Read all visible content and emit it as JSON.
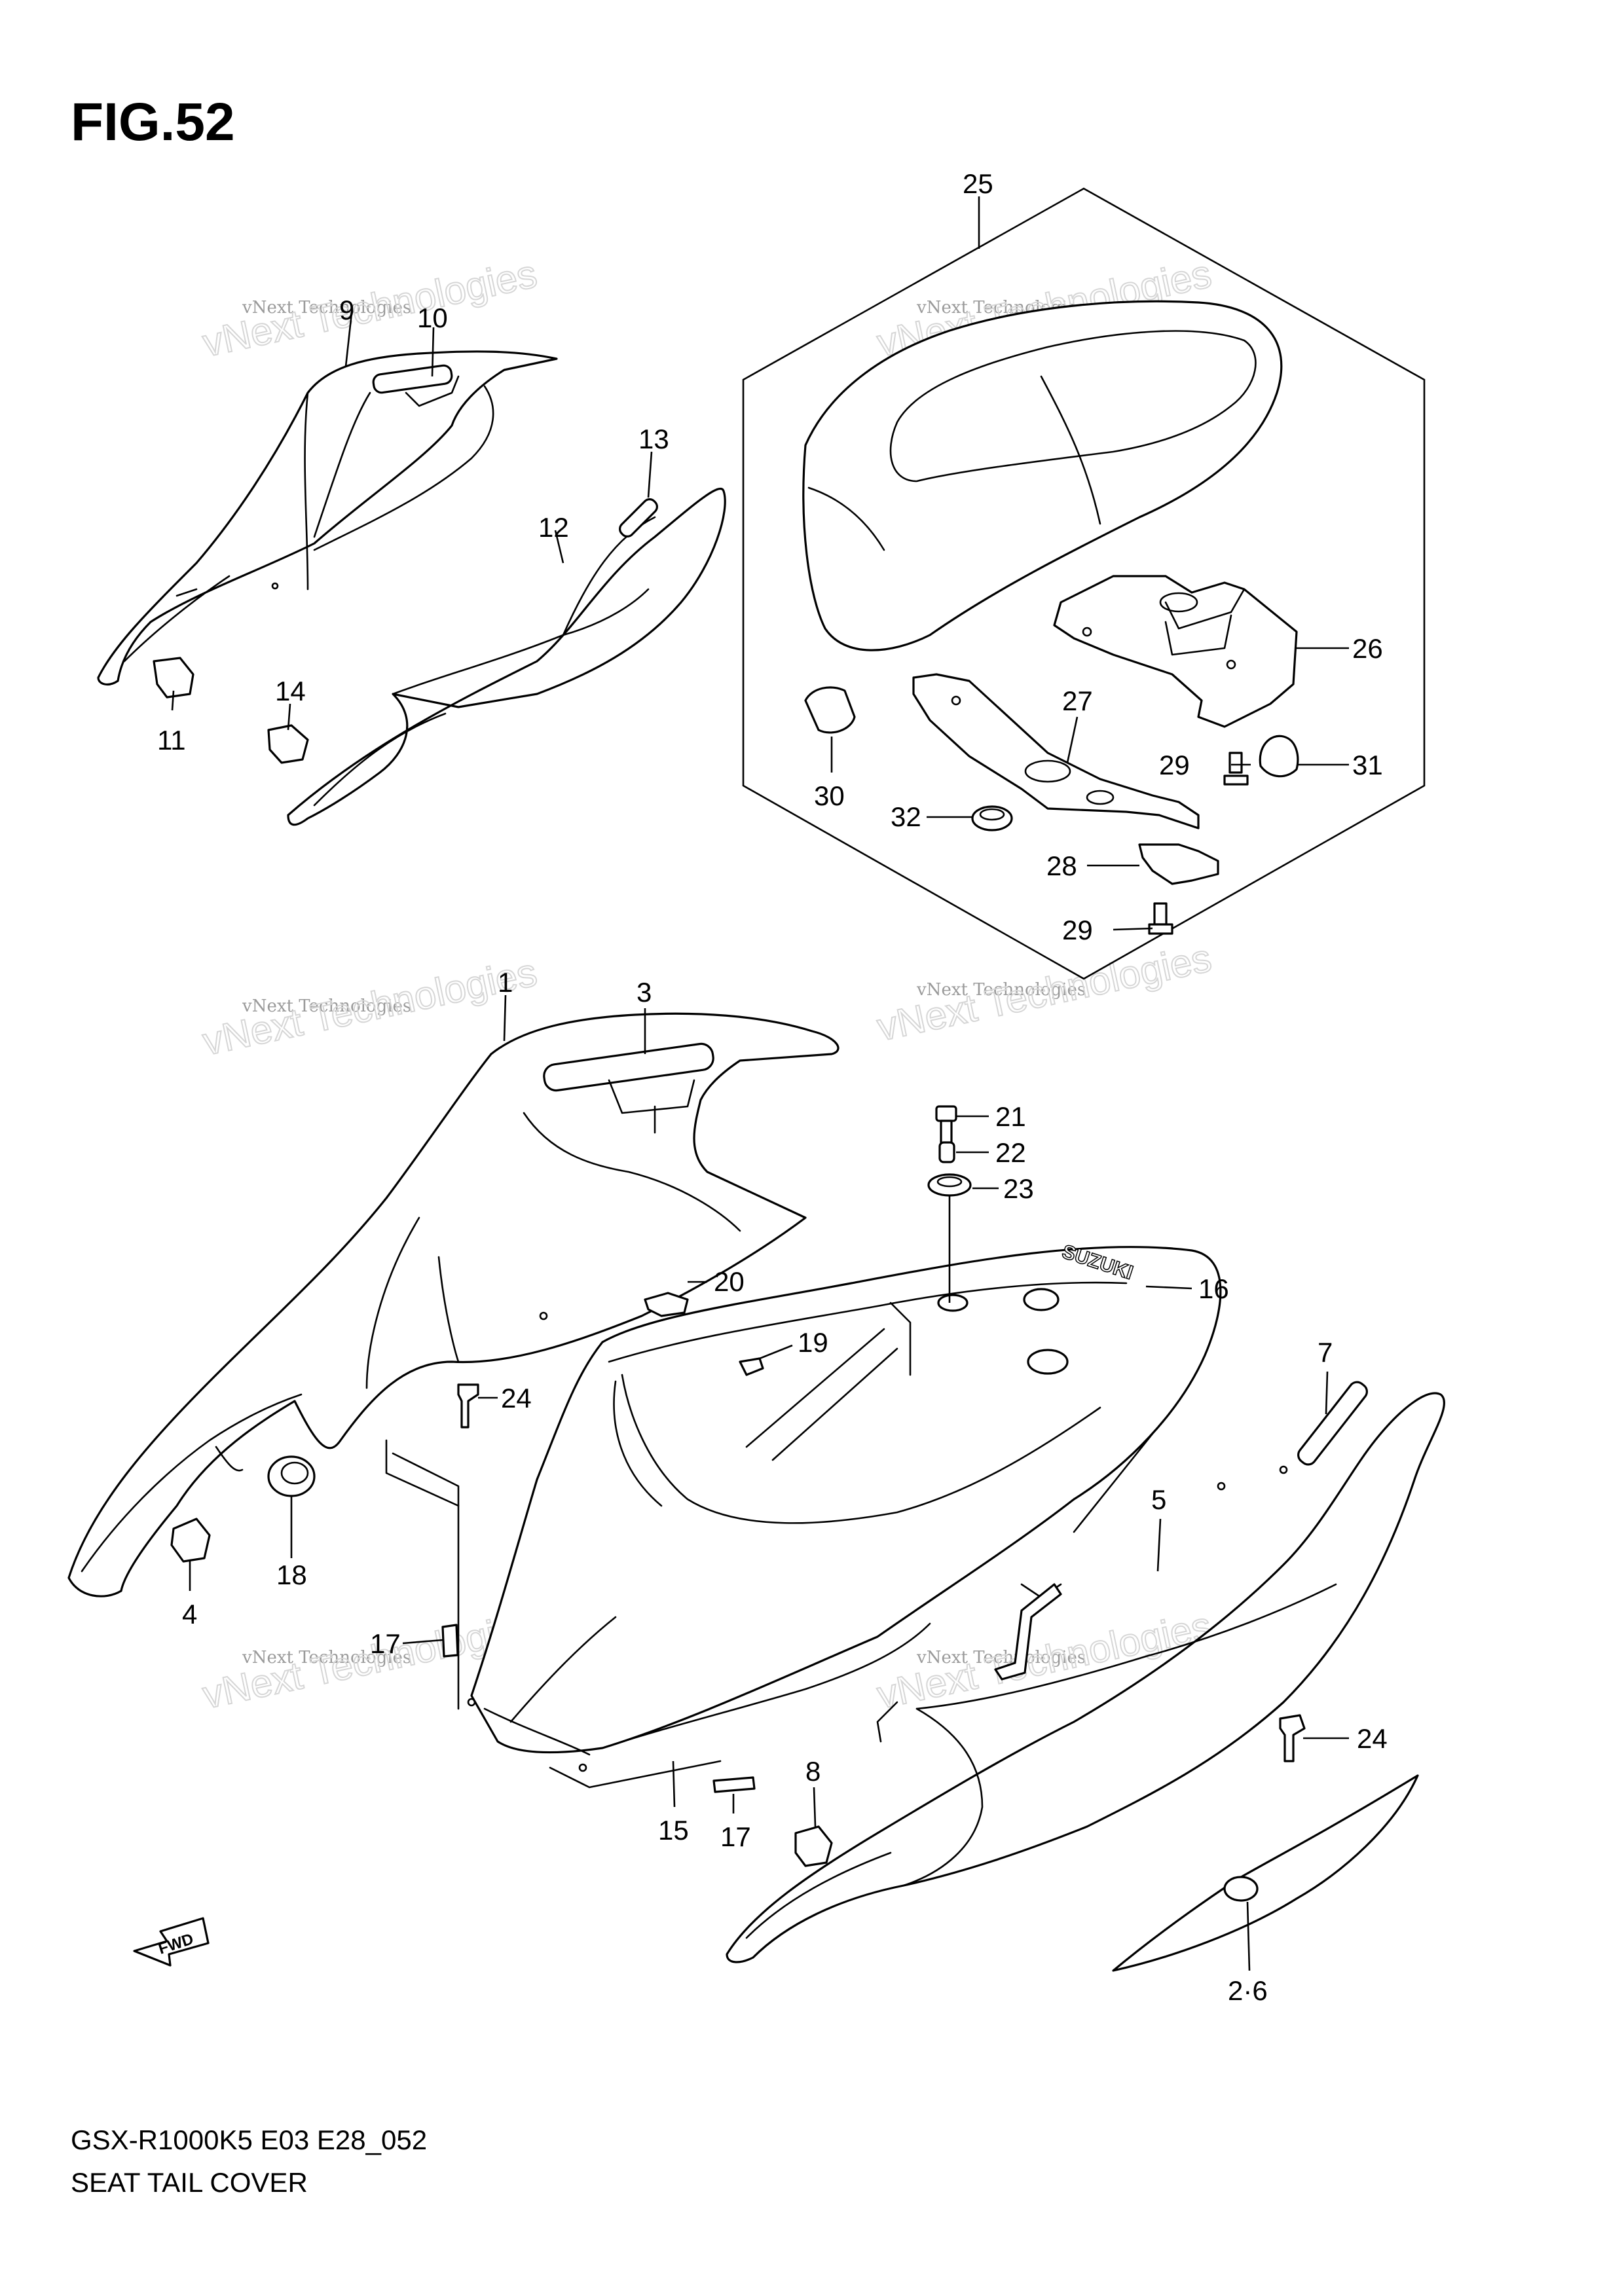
{
  "figure": {
    "title": "FIG.52"
  },
  "footer": {
    "model_code": "GSX-R1000K5 E03 E28_052",
    "section_title": "SEAT TAIL COVER"
  },
  "fwd_badge": {
    "label": "FWD"
  },
  "watermark": {
    "small_text": "vNext Technologies",
    "large_text": "vNext Technologies"
  },
  "brand_mark": "SUZUKI",
  "callouts": {
    "c1": "1",
    "c2_6": "2·6",
    "c3": "3",
    "c4": "4",
    "c5": "5",
    "c7": "7",
    "c8": "8",
    "c9": "9",
    "c10": "10",
    "c11": "11",
    "c12": "12",
    "c13": "13",
    "c14": "14",
    "c15": "15",
    "c16": "16",
    "c17a": "17",
    "c17b": "17",
    "c18": "18",
    "c19": "19",
    "c20": "20",
    "c21": "21",
    "c22": "22",
    "c23": "23",
    "c24a": "24",
    "c24b": "24",
    "c25": "25",
    "c26": "26",
    "c27": "27",
    "c28": "28",
    "c29a": "29",
    "c29b": "29",
    "c30": "30",
    "c31": "31",
    "c32": "32"
  }
}
